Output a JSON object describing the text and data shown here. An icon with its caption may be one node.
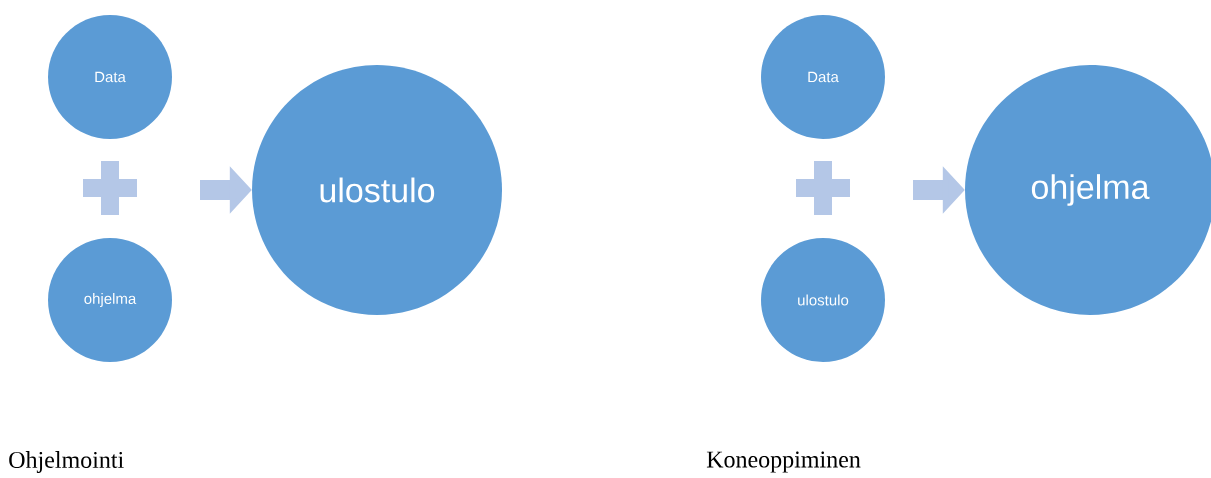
{
  "diagram": {
    "nodes": [
      {
        "text": [
          "Data"
        ]
      },
      {
        "text": [
          "ohjelma"
        ]
      },
      {
        "text": [
          "ulostulo"
        ]
      },
      {
        "text": [
          "Data"
        ]
      },
      {
        "text": [
          "ulostulo"
        ]
      },
      {
        "text": [
          "ohjelma"
        ]
      }
    ],
    "edges": [
      {
        "from": null,
        "to": 2,
        "arrow": "to"
      },
      {
        "from": null,
        "to": 5,
        "arrow": "to"
      }
    ],
    "labels": [
      "Ohjelmointi",
      "Koneoppiminen"
    ]
  }
}
